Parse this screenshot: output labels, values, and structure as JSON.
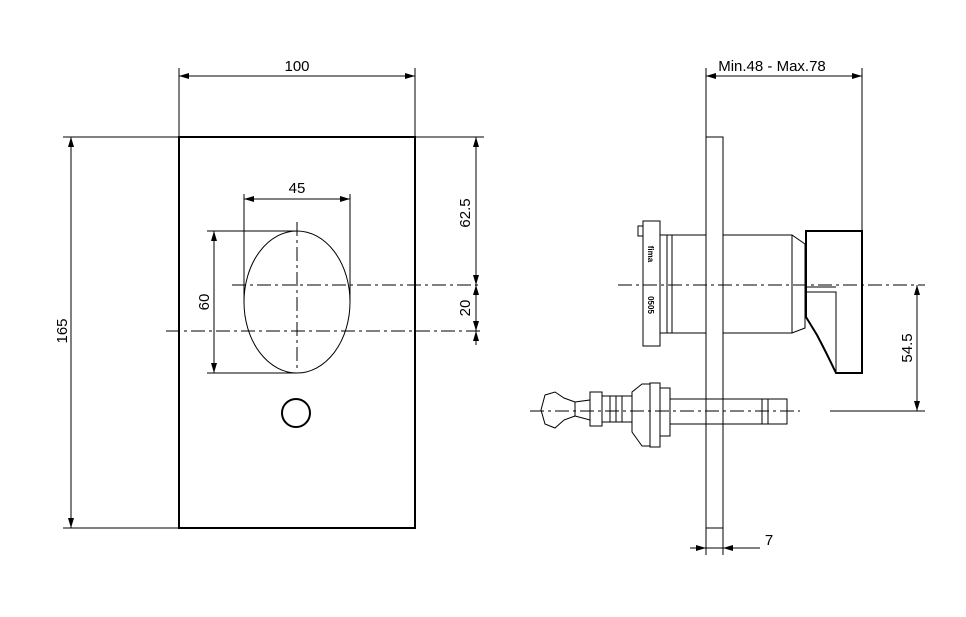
{
  "front_view": {
    "width_label": "100",
    "height_label": "165",
    "handle_width_label": "45",
    "handle_height_label": "60",
    "top_offset_label": "62.5",
    "axis_offset_label": "20"
  },
  "side_view": {
    "depth_range_label": "Min.48 - Max.78",
    "axis_distance_label": "54.5",
    "plate_thickness_label": "7",
    "brand_mark": "fima",
    "code_mark": "0505"
  }
}
